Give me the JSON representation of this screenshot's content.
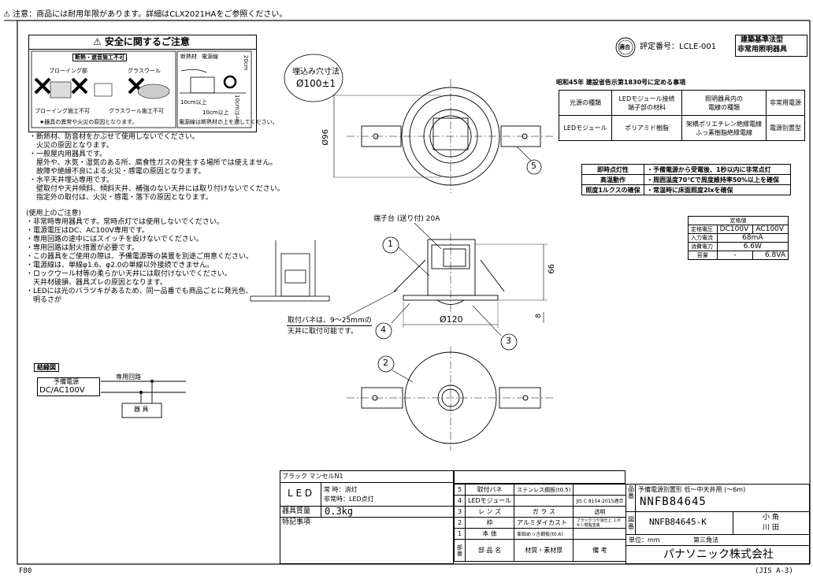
{
  "header_notice": "⚠ 注意：商品には耐用年限があります。詳細はCLX2021HAをご参照ください。",
  "safety": {
    "title": "⚠ 安全に関するご注意",
    "subtitle": "断熱・遮音施工不可",
    "img_labels": {
      "blowing": "ブローイング部",
      "glasswool": "グラスウール",
      "blowing_ng": "ブローイング施工不可",
      "glass_ng": "グラスウール施工不可",
      "danger_caption": "★器具の異常や火災の原因となります。",
      "right_caption": "電源線は断熱材の上を通してください。",
      "insulation": "断熱材",
      "power_line": "電源線",
      "dim_10cm_1": "10cm以上",
      "dim_10cm_2": "10cm以上",
      "dim_20cm": "20cm",
      "dim_10cm_v": "10cm以上"
    },
    "lines": [
      "・断熱材、防音材をかぶせて使用しないでください。",
      "　火災の原因となります。",
      "・一般屋内用器具です。",
      "　屋外や、水気・湿気のある所、腐食性ガスの発生する場所では使えません。",
      "　故障や絶縁不良による火災・感電の原因となります。",
      "・水平天井埋込専用です。",
      "　壁取付や天井傾斜、傾斜天井、補強のない天井には取り付けないでください。",
      "　指定外の取付は、火災・感電・落下の原因となります。"
    ]
  },
  "usage": {
    "title": "(使用上のご注意)",
    "lines": [
      "・非常時専用器具です。常時点灯では使用しないでください。",
      "・電源電圧はDC、AC100V専用です。",
      "・専用回路の途中にはスイッチを設けないでください。",
      "・専用回路は耐火措置が必要です。",
      "・この器具をご使用の際は、予備電源等の装置を別途ご用意ください。",
      "・電源線は、単線φ1.6、φ2.0の単線以外接続できません。",
      "・ロックウール材等の柔らかい天井には取付けないでください。",
      "　天井材破損、器具ズレの原因となります。",
      "・LEDには光のバラツキがあるため、同一品番でも商品ごとに発光色、",
      "　明るさが"
    ]
  },
  "cutout": {
    "label": "埋込み穴寸法",
    "value": "Ø100±1"
  },
  "dims": {
    "d96": "Ø96",
    "terminal": "端子台 (送り付) 20A",
    "d66": "66",
    "d8": "8",
    "d120": "Ø120",
    "panel_note_1": "取付バネは、9～25mmの",
    "panel_note_2": "天井に取付可能です。"
  },
  "callouts": [
    "1",
    "2",
    "3",
    "4",
    "5"
  ],
  "cert": {
    "seal_text": "適合",
    "number": "評定番号：LCLE-001",
    "box_line1": "建築基準法型",
    "box_line2": "非常用照明器具"
  },
  "reg_title": "昭和45年 建設省告示第1830号に定める事項",
  "reg_table": {
    "headers": [
      "光源の種類",
      "LEDモジュール接続\n端子部の材料",
      "照明器具内の\n電線の種類",
      "非常用電源"
    ],
    "row": [
      "LEDモジュール",
      "ポリアミド樹脂",
      "架橋ポリエチレン絶縁電線\nふっ素樹脂絶縁電線",
      "電源別置型"
    ]
  },
  "spec_table": [
    [
      "即時点灯性",
      "・予備電源から受電後、1秒以内に非常点灯"
    ],
    [
      "高温動作",
      "・周囲温度70℃で周度維持率50%以上を確保"
    ],
    [
      "照度1ルクスの確保",
      "・常温時に床面照度2lxを確保"
    ]
  ],
  "rating": {
    "title": "定格値",
    "rows": [
      [
        "定格電圧",
        "DC100V",
        "AC100V"
      ],
      [
        "入力電流",
        "68mA",
        ""
      ],
      [
        "消費電力",
        "6.6W",
        ""
      ],
      [
        "容量",
        "-",
        "6.8VA"
      ]
    ]
  },
  "wiring": {
    "title": "結線図",
    "circuit": "専用回路",
    "source_1": "予備電源",
    "source_2": "DC/AC100V",
    "fixture": "器 具"
  },
  "titleblock": {
    "color": "ブラック マンセルN1",
    "led": "L E D",
    "mode1": "常 時：消灯",
    "mode2": "非常時：LED点灯",
    "weight_label": "器具質量",
    "weight": "0.3kg",
    "special_label": "特記事項",
    "parts": [
      [
        "5",
        "取付バネ",
        "ステンレス鋼板(t0.5)",
        ""
      ],
      [
        "4",
        "LEDモジュール",
        "",
        "JIS C 8154:2015適合"
      ],
      [
        "3",
        "レ ン ズ",
        "ガ ラ ス",
        "透明"
      ],
      [
        "2",
        "枠",
        "アルミダイカスト",
        "ブラックつや消仕上 エポキシ樹脂塗装"
      ],
      [
        "1",
        "本 体",
        "亜鉛めっき鋼板(t0.6)",
        ""
      ]
    ],
    "parts_header": [
      "部番",
      "部 品 名",
      "材質・素材厚",
      "備 考"
    ],
    "product_name": "予備電源別置形 低～中天井用 (～6m)",
    "product_no": "NNFB84645",
    "drawing_no": "NNFB84645-K",
    "hinban": "品番",
    "zuban": "図番",
    "sign1": "小 角",
    "sign2": "川 田",
    "unit": "単位：mm",
    "projection": "第三角法",
    "company": "パナソニック株式会社"
  },
  "footer_left": "F80",
  "footer_right": "(JIS A-3)"
}
